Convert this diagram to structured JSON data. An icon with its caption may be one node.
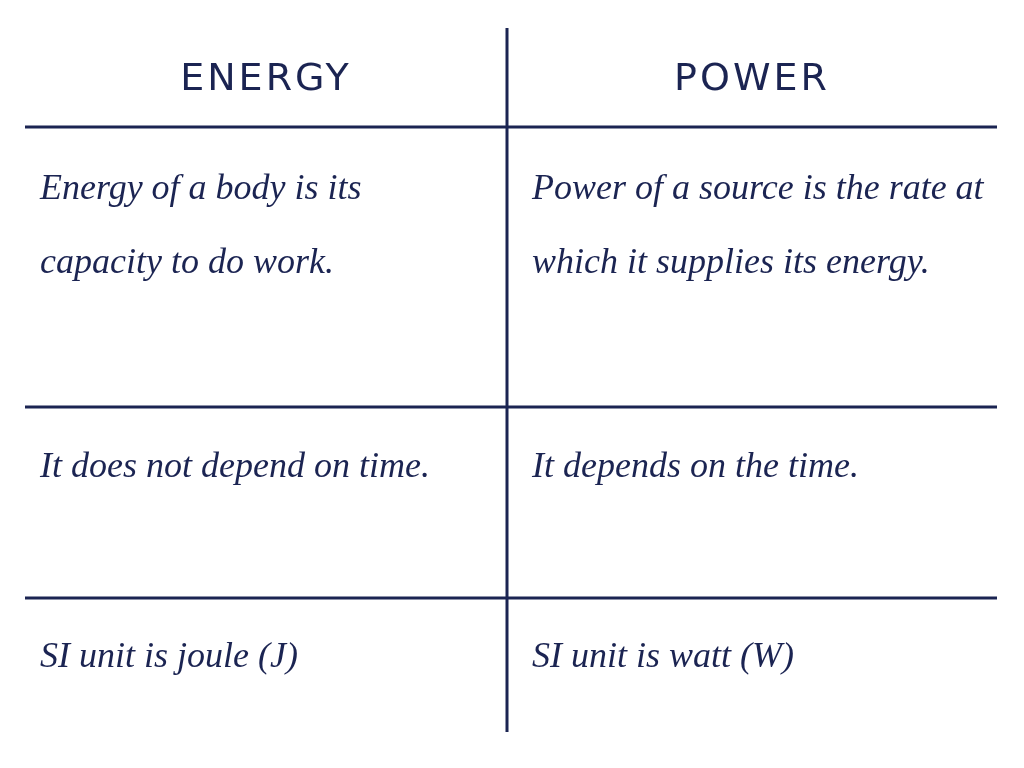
{
  "diagram": {
    "labels": [
      "ENERGY",
      "POWER",
      "Energy of a body is its capacity to do work.",
      "Power of a source is the rate at which it supplies its energy.",
      "It does not depend on time.",
      "It depends on the time.",
      "SI unit is joule (J)",
      "SI unit is watt (W)"
    ]
  }
}
